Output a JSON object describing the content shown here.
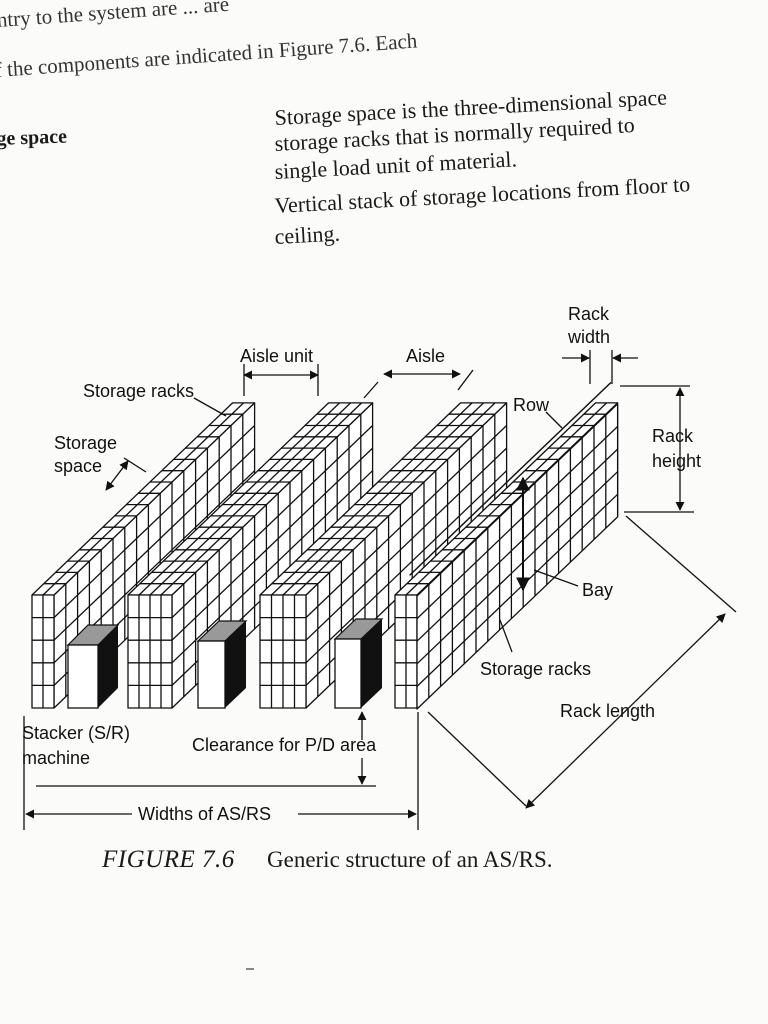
{
  "page": {
    "top_lines": [
      "ntry to the system are ... are",
      "f the components are indicated in Figure 7.6. Each"
    ],
    "term": "ge space",
    "definitions": [
      "Storage space is the three-dimensional space",
      "storage racks that is normally required to",
      "single load unit of material.",
      "Vertical stack of storage locations from floor to",
      "ceiling."
    ]
  },
  "figure": {
    "labels": {
      "storage_racks_top": "Storage racks",
      "storage_space_1": "Storage",
      "storage_space_2": "space",
      "aisle_unit": "Aisle unit",
      "aisle": "Aisle",
      "rack_width_1": "Rack",
      "rack_width_2": "width",
      "row": "Row",
      "rack_height_1": "Rack",
      "rack_height_2": "height",
      "bay": "Bay",
      "storage_racks_bottom": "Storage racks",
      "rack_length": "Rack length",
      "stacker_1": "Stacker (S/R)",
      "stacker_2": "machine",
      "clearance": "Clearance for P/D area",
      "widths": "Widths of AS/RS"
    },
    "caption_number": "FIGURE 7.6",
    "caption_text": "Generic structure of an AS/RS."
  }
}
